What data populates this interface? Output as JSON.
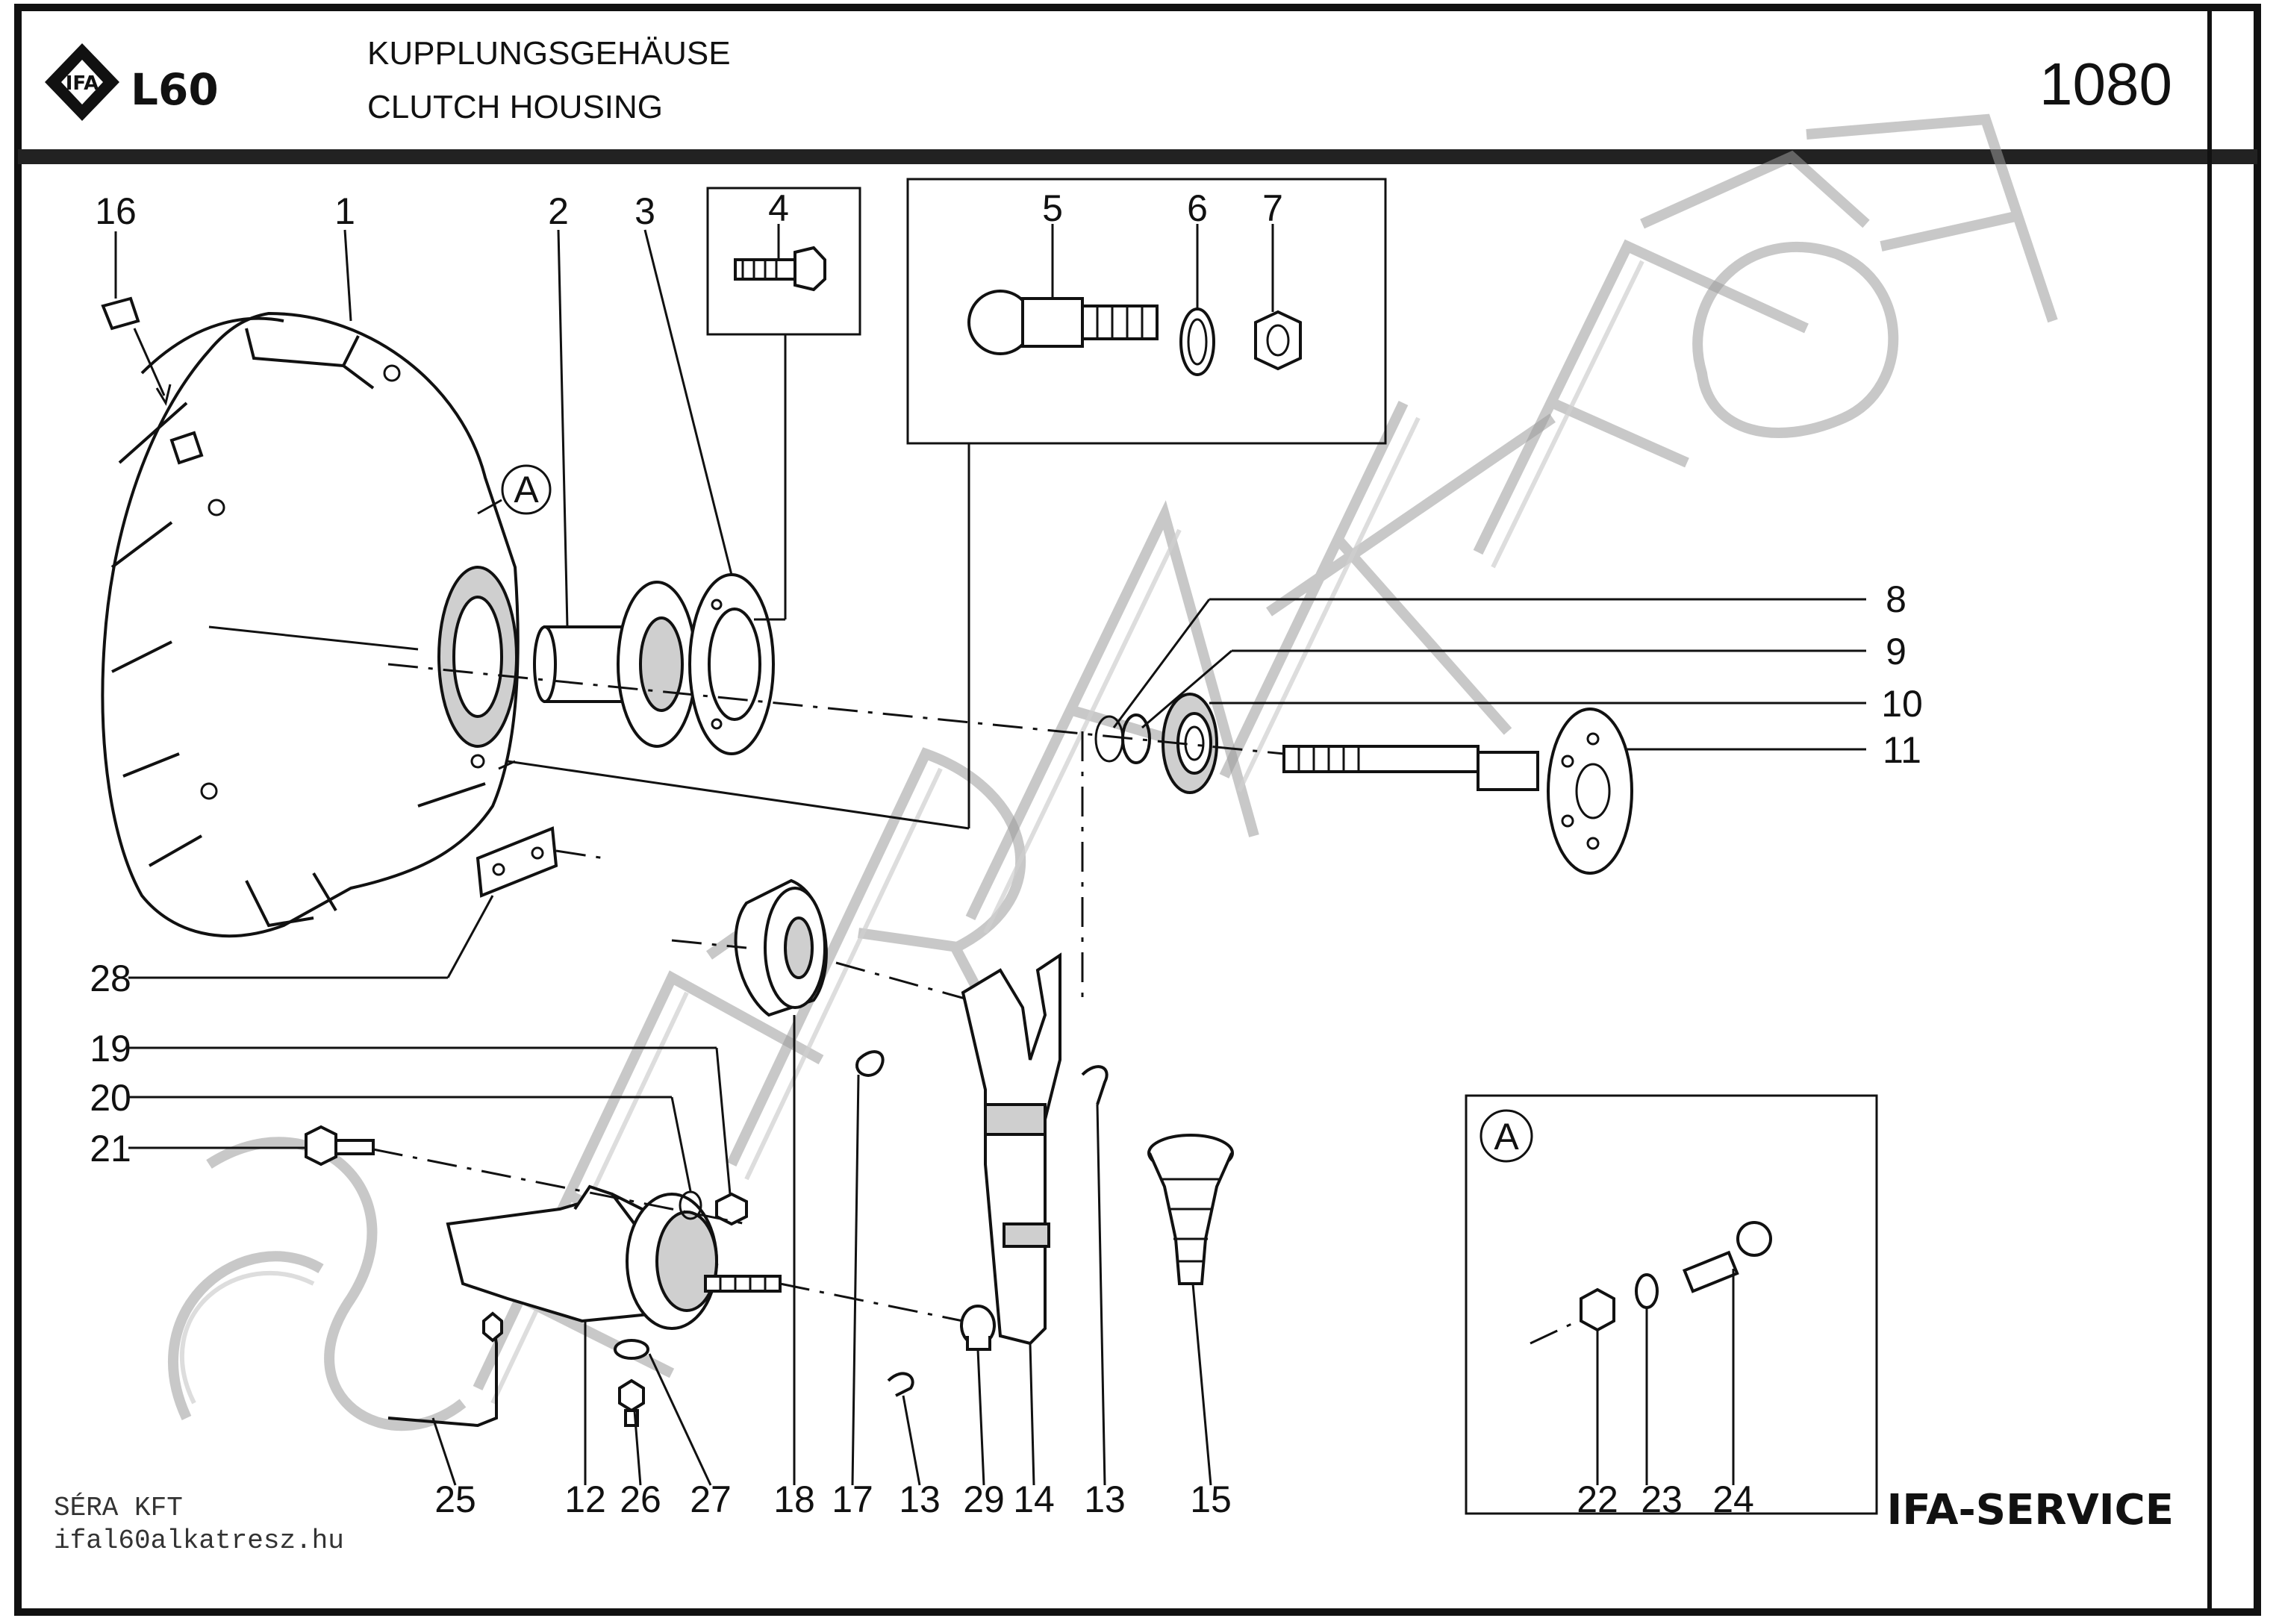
{
  "header": {
    "logo_badge": "IFA",
    "model": "L60",
    "title_de": "KUPPLUNGSGEHÄUSE",
    "title_en": "CLUTCH HOUSING",
    "page_number": "1080"
  },
  "diagram": {
    "callouts": [
      "1",
      "2",
      "3",
      "4",
      "5",
      "6",
      "7",
      "8",
      "9",
      "10",
      "11",
      "12",
      "13",
      "13",
      "14",
      "15",
      "16",
      "17",
      "18",
      "19",
      "20",
      "21",
      "22",
      "23",
      "24",
      "25",
      "26",
      "27",
      "28",
      "29"
    ],
    "detail_marker": "A",
    "detail_box_marker": "A"
  },
  "footer": {
    "company": "SÉRA KFT",
    "website": "ifal60alkatresz.hu",
    "service_brand": "IFA-SERVICE"
  },
  "watermark": {
    "text": "SÉRA KFT"
  }
}
